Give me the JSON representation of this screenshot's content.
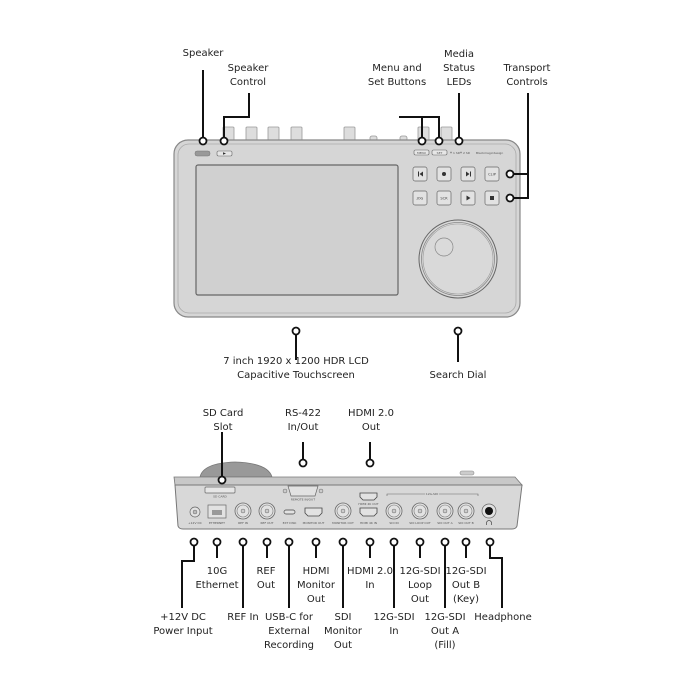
{
  "top_view": {
    "callouts": {
      "speaker": "Speaker",
      "speaker_control": "Speaker\nControl",
      "menu_set": "Menu and\nSet Buttons",
      "media_leds": "Media\nStatus\nLEDs",
      "transport": "Transport\nControls",
      "touchscreen": "7 inch 1920 x 1200 HDR LCD\nCapacitive Touchscreen",
      "search_dial": "Search Dial"
    },
    "device_labels": {
      "menu": "MENU",
      "set": "SET",
      "led1": "1 SD",
      "led2": "2 SD",
      "brand": "Blackmagicdesign",
      "clip": "CLIP",
      "jog": "JOG",
      "scr": "SCR"
    }
  },
  "rear_view": {
    "callouts": {
      "sd_card": "SD Card\nSlot",
      "rs422": "RS-422\nIn/Out",
      "hdmi_out": "HDMI 2.0\nOut",
      "power": "+12V DC\nPower Input",
      "ethernet": "10G\nEthernet",
      "ref_in": "REF In",
      "ref_out": "REF\nOut",
      "usbc": "USB-C for\nExternal\nRecording",
      "hdmi_monitor": "HDMI\nMonitor\nOut",
      "sdi_monitor": "SDI\nMonitor\nOut",
      "hdmi_in": "HDMI 2.0\nIn",
      "sdi_in": "12G-SDI\nIn",
      "sdi_loop": "12G-SDI\nLoop\nOut",
      "sdi_out_a": "12G-SDI\nOut A\n(Fill)",
      "sdi_out_b": "12G-SDI\nOut B\n(Key)",
      "headphone": "Headphone"
    },
    "device_labels": {
      "sd_card": "SD CARD",
      "rs422": "REMOTE IN/OUT",
      "power": "+12V DC",
      "ethernet": "ETHERNET",
      "ref_in": "REF IN",
      "ref_out": "REF OUT",
      "usbc": "EXT DISK",
      "hdmi_monitor": "MONITOR OUT",
      "sdi_monitor": "MONITOR OUT",
      "hdmi_out": "HDMI 4K OUT",
      "hdmi_in": "HDMI 4K IN",
      "sdi_group": "12G-SDI",
      "sdi_in": "SDI IN",
      "sdi_loop": "SDI LOOP OUT",
      "sdi_out_a": "SDI OUT A",
      "sdi_out_b": "SDI OUT B"
    }
  }
}
